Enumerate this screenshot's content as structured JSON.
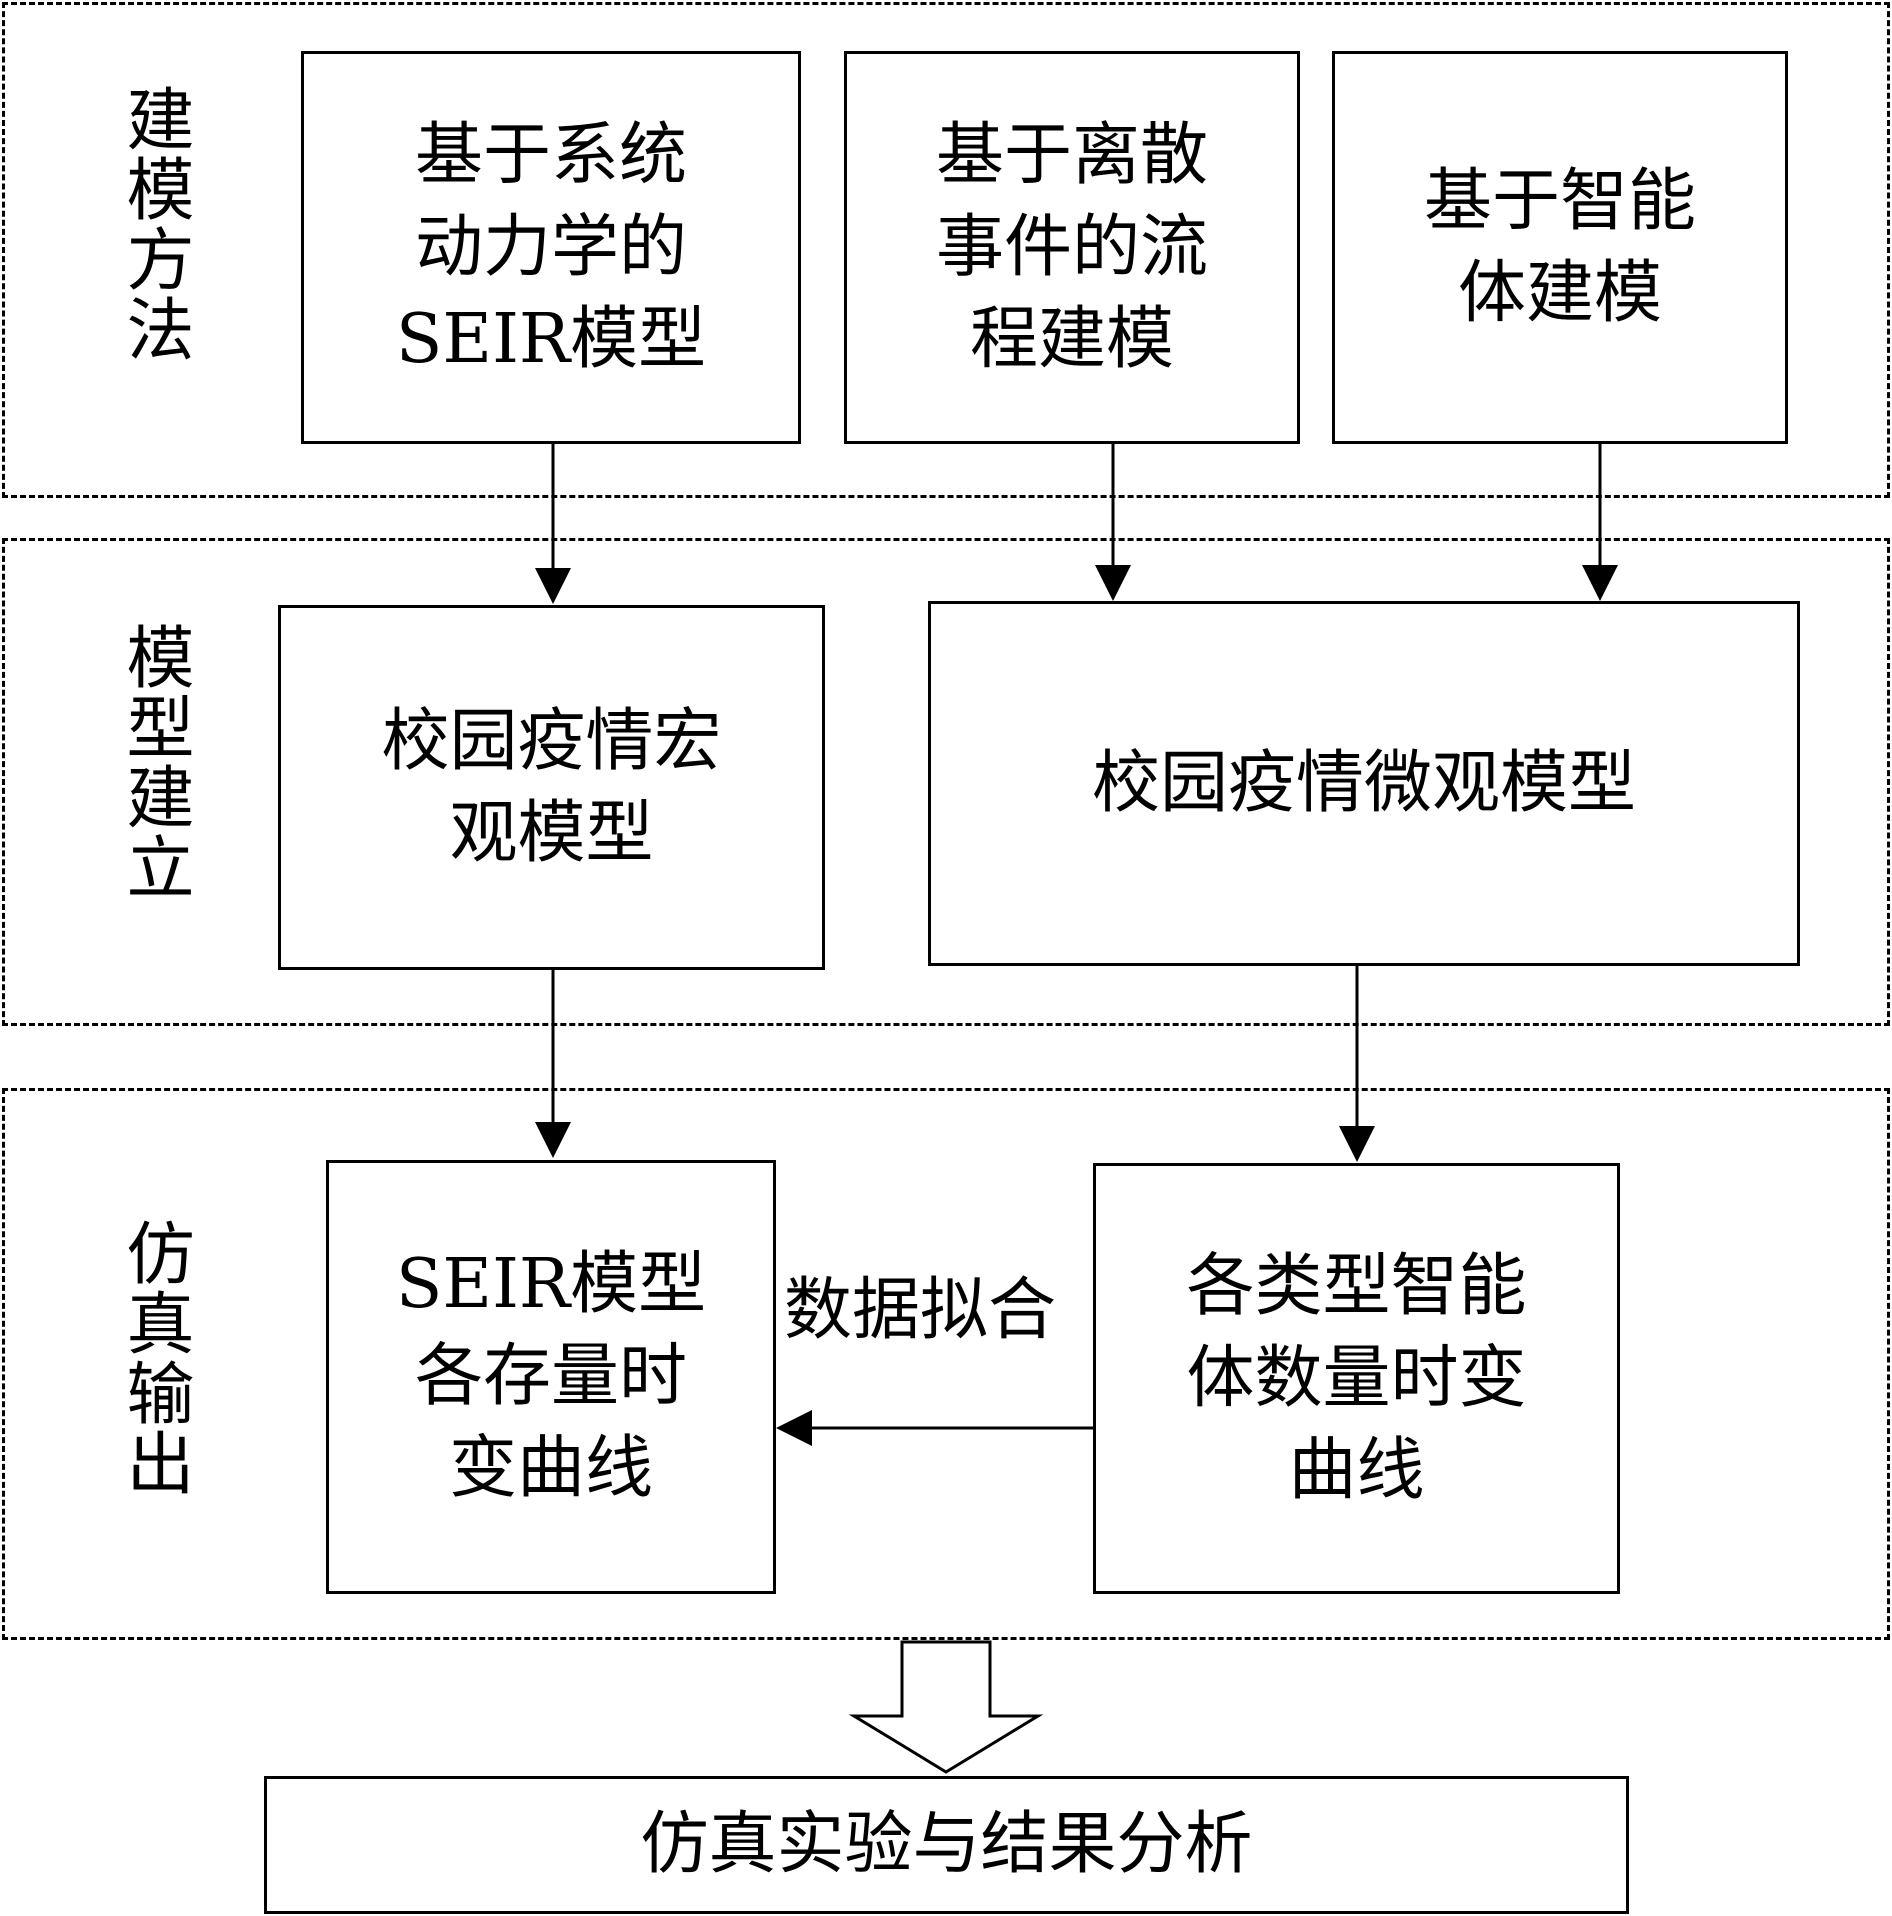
{
  "sections": [
    {
      "id": "methods",
      "label": "建模方法"
    },
    {
      "id": "build",
      "label": "模型建立"
    },
    {
      "id": "output",
      "label": "仿真输出"
    }
  ],
  "nodes": {
    "seir_sd": "基于系统\n动力学的\nSEIR模型",
    "discrete_event": "基于离散\n事件的流\n程建模",
    "agent_based": "基于智能\n体建模",
    "macro_model": "校园疫情宏\n观模型",
    "micro_model": "校园疫情微观模型",
    "seir_curves": "SEIR模型\n各存量时\n变曲线",
    "agent_curves": "各类型智能\n体数量时变\n曲线",
    "final": "仿真实验与结果分析"
  },
  "edges": {
    "data_fitting_label": "数据拟合"
  }
}
